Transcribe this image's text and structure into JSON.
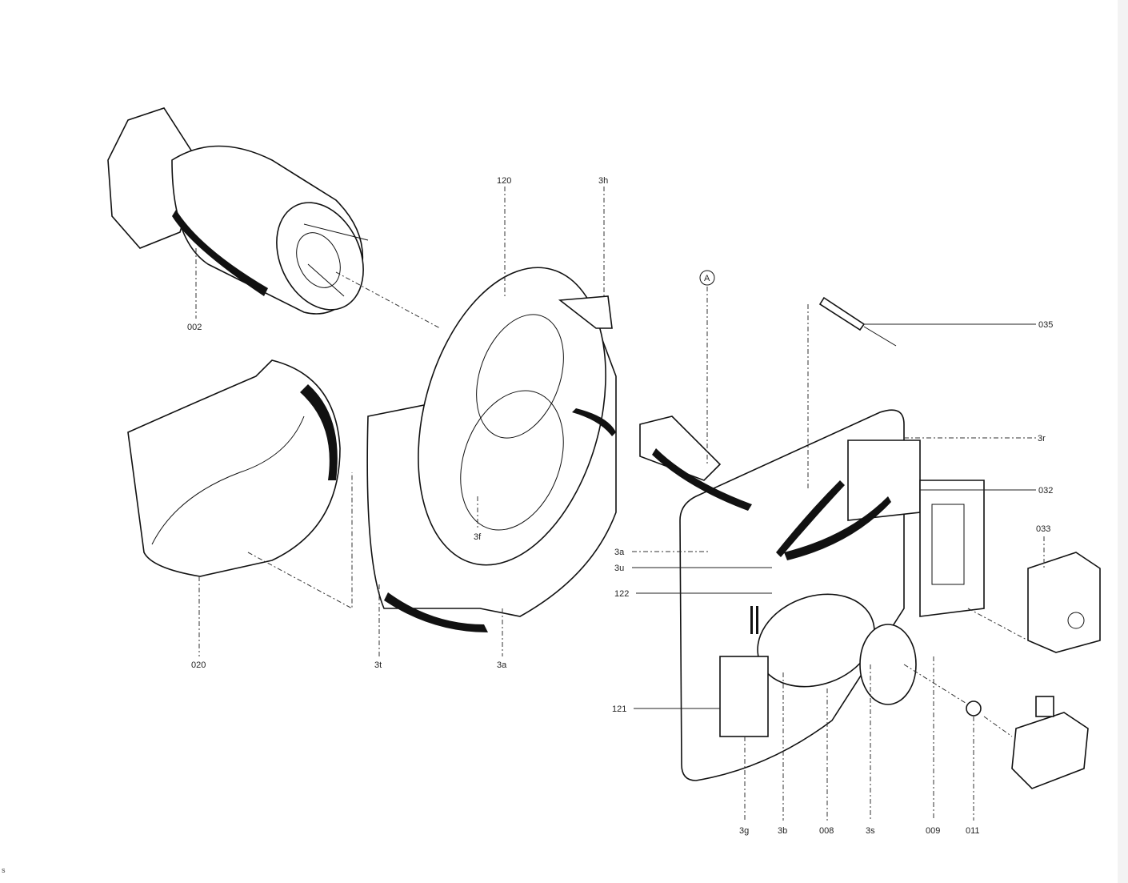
{
  "diagram": {
    "corner_mark": "s",
    "callout_circle": "A",
    "parts": {
      "p002": "002",
      "p020": "020",
      "p120": "120",
      "p3h": "3h",
      "p3t": "3t",
      "p3a_bottom": "3a",
      "p3f": "3f",
      "p035": "035",
      "p3r": "3r",
      "p032": "032",
      "p033": "033",
      "p3a_left": "3a",
      "p3u": "3u",
      "p122": "122",
      "p121": "121",
      "p3g": "3g",
      "p3b": "3b",
      "p008": "008",
      "p3s": "3s",
      "p009": "009",
      "p011": "011"
    }
  }
}
